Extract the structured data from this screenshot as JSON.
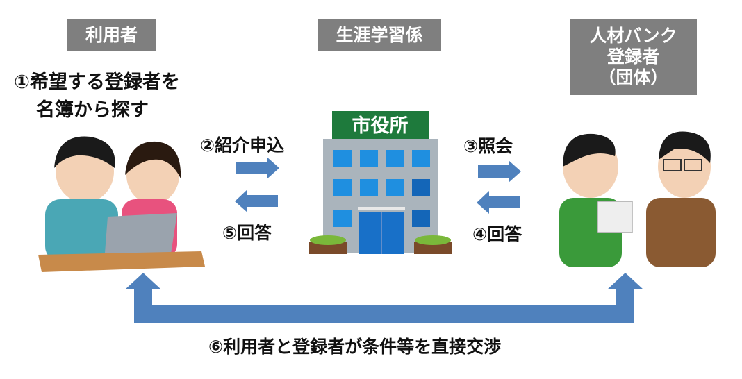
{
  "colors": {
    "label_bg": "#7f7f7f",
    "arrow": "#4f81bd",
    "sign": "#1e7a3c",
    "building": "#aab4bc",
    "window": "#1f8fe0"
  },
  "labels": {
    "user": "利用者",
    "office": "生涯学習係",
    "bank_line1": "人材バンク",
    "bank_line2": "登録者",
    "bank_line3": "（団体）"
  },
  "steps": {
    "step1_line1": "①希望する登録者を",
    "step1_line2": "名簿から探す",
    "step2": "②紹介申込",
    "step3": "③照会",
    "step4": "④回答",
    "step5": "⑤回答",
    "step6": "⑥利用者と登録者が条件等を直接交渉"
  },
  "building_sign": "市役所"
}
